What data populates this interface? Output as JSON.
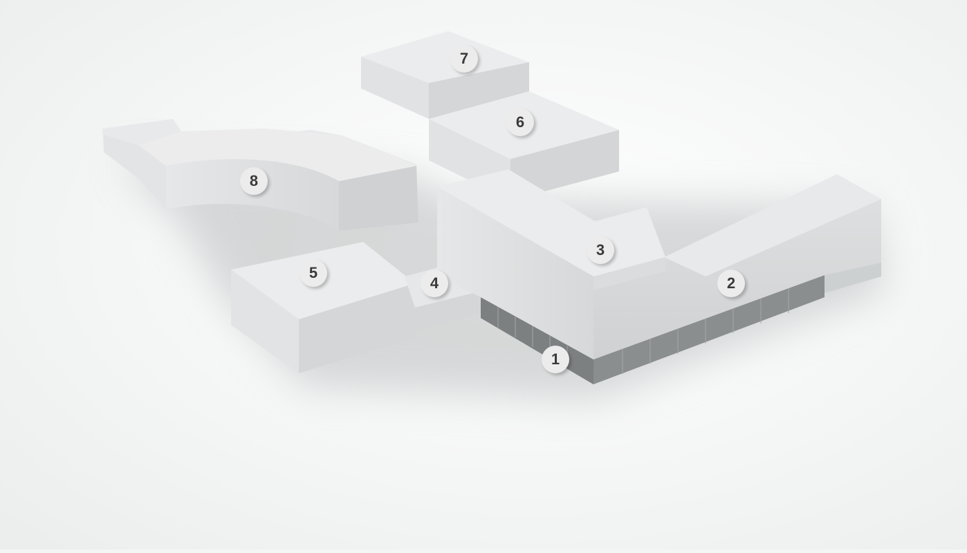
{
  "diagram": {
    "title": "",
    "markers": [
      {
        "id": "m1",
        "label": "1"
      },
      {
        "id": "m2",
        "label": "2"
      },
      {
        "id": "m3",
        "label": "3"
      },
      {
        "id": "m4",
        "label": "4"
      },
      {
        "id": "m5",
        "label": "5"
      },
      {
        "id": "m6",
        "label": "6"
      },
      {
        "id": "m7",
        "label": "7"
      },
      {
        "id": "m8",
        "label": "8"
      }
    ]
  },
  "colors": {
    "background": "#f4f5f5",
    "roof": "#e9eaea",
    "wall_light": "#e2e3e4",
    "wall_shade": "#d3d5d6",
    "plinth": "#8b8e8f",
    "marker_fill": "#ececec",
    "marker_text": "#3a3a3a"
  }
}
